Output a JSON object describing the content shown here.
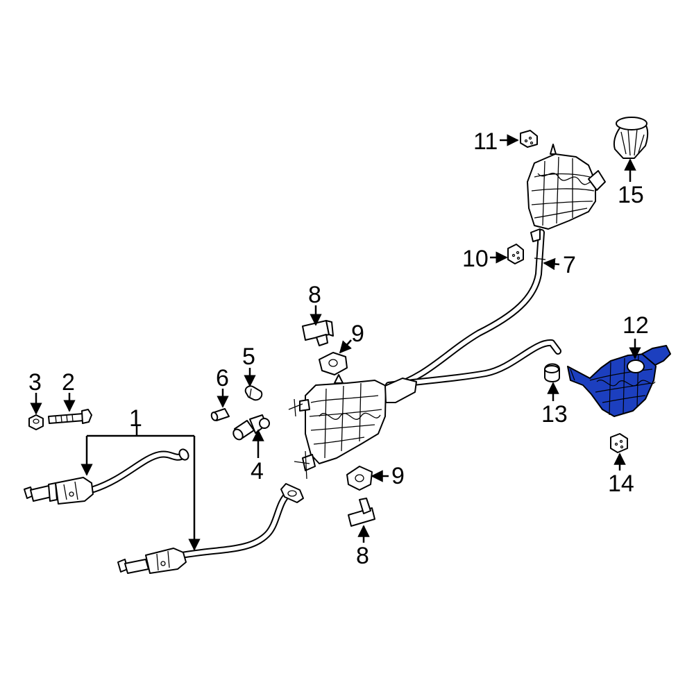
{
  "diagram": {
    "highlight_color": "#1c3fbf",
    "callouts": [
      {
        "id": "c1",
        "label": "1"
      },
      {
        "id": "c2",
        "label": "2"
      },
      {
        "id": "c3",
        "label": "3"
      },
      {
        "id": "c4",
        "label": "4"
      },
      {
        "id": "c5",
        "label": "5"
      },
      {
        "id": "c6",
        "label": "6"
      },
      {
        "id": "c7",
        "label": "7"
      },
      {
        "id": "c8a",
        "label": "8"
      },
      {
        "id": "c8b",
        "label": "8"
      },
      {
        "id": "c9a",
        "label": "9"
      },
      {
        "id": "c9b",
        "label": "9"
      },
      {
        "id": "c10",
        "label": "10"
      },
      {
        "id": "c11",
        "label": "11"
      },
      {
        "id": "c12",
        "label": "12"
      },
      {
        "id": "c13",
        "label": "13"
      },
      {
        "id": "c14",
        "label": "14"
      },
      {
        "id": "c15",
        "label": "15"
      }
    ]
  }
}
